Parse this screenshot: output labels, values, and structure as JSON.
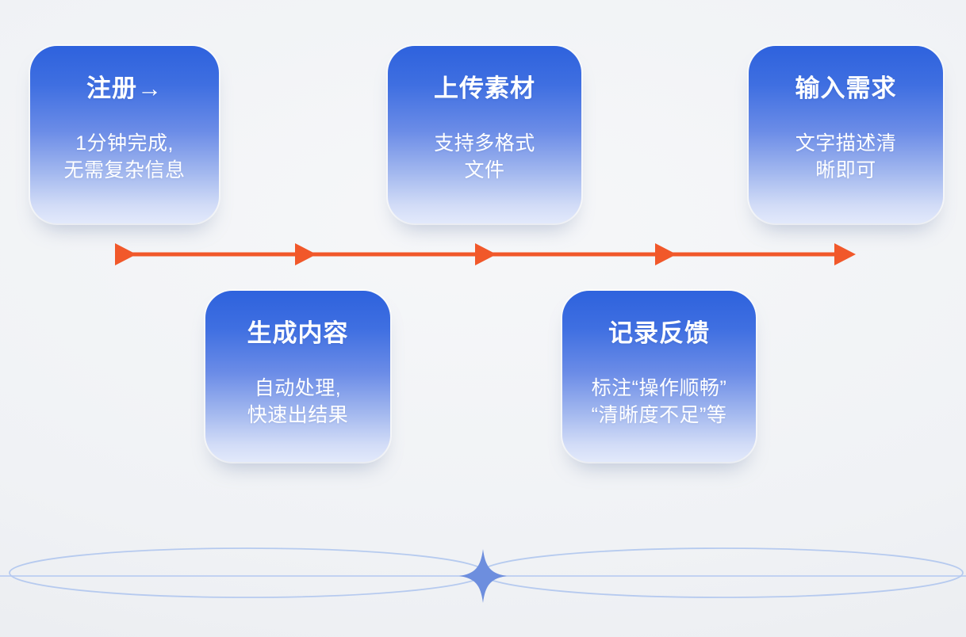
{
  "diagram": {
    "type": "process-flow-timeline",
    "direction": "left-to-right",
    "steps": [
      {
        "order": 1,
        "row": "top",
        "title": "注册→",
        "desc": "1分钟完成,\n无需复杂信息"
      },
      {
        "order": 2,
        "row": "bottom",
        "title": "生成内容",
        "desc": "自动处理,\n快速出结果"
      },
      {
        "order": 3,
        "row": "top",
        "title": "上传素材",
        "desc": "支持多格式\n文件"
      },
      {
        "order": 4,
        "row": "bottom",
        "title": "记录反馈",
        "desc": "标注“操作顺畅”\n“清晰度不足”等"
      },
      {
        "order": 5,
        "row": "top",
        "title": "输入需求",
        "desc": "文字描述清\n晰即可"
      }
    ],
    "timeline": {
      "arrowhead_count": 5,
      "color": "#F1582A"
    },
    "decoration": {
      "shape": "four-point-sparkle-with-orbit-lines",
      "sparkle_color": "#6D8EDE",
      "line_color": "#A8C0EE"
    },
    "colors": {
      "card_gradient_top": "#2E62DD",
      "card_gradient_bottom": "#E2E9FB",
      "card_text": "#FFFFFF",
      "background": "#EFF1F4"
    }
  }
}
